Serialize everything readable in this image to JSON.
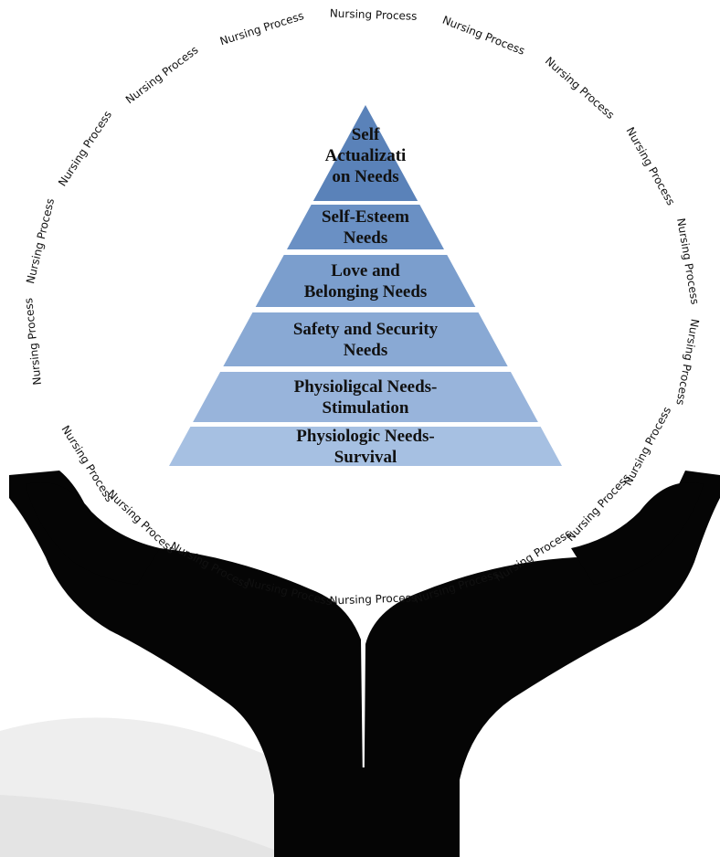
{
  "arc_label": "Nursing Process",
  "upper_arc_count": 11,
  "lower_arc_count": 9,
  "pyramid": {
    "tiers": [
      {
        "lines": [
          "Self",
          "Actualizati",
          "on Needs"
        ],
        "color": "#5a82b9"
      },
      {
        "lines": [
          "Self-Esteem",
          "Needs"
        ],
        "color": "#6a90c4"
      },
      {
        "lines": [
          "Love and",
          "Belonging Needs"
        ],
        "color": "#7b9ecd"
      },
      {
        "lines": [
          "Safety and Security",
          "Needs"
        ],
        "color": "#89a9d4"
      },
      {
        "lines": [
          "Physioligcal Needs-",
          "Stimulation"
        ],
        "color": "#98b4db"
      },
      {
        "lines": [
          "Physiologic Needs-",
          "Survival"
        ],
        "color": "#a6c0e2"
      }
    ]
  },
  "hands": {
    "color": "#050505",
    "icon": "cupped-hands-icon"
  }
}
